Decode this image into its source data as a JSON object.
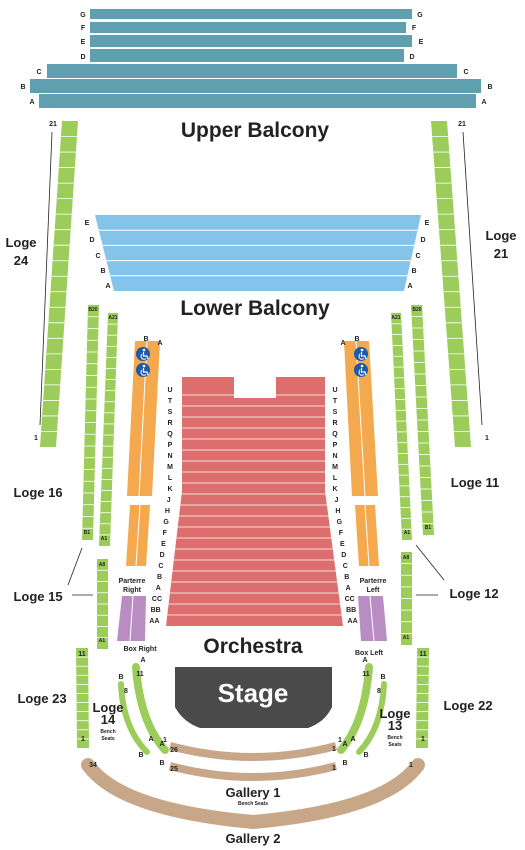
{
  "colors": {
    "balcony": "#5f9fb0",
    "lower_balcony": "#84c4ea",
    "loge": "#9ccc5a",
    "parterre": "#f4a94e",
    "orchestra": "#dc6e6e",
    "box": "#b98cc4",
    "stage": "#4a4a4a",
    "gallery": "#c8a788",
    "accessible": "#1e5aa8"
  },
  "icons": [
    "wheelchair-icon"
  ],
  "labels": {
    "upper_balcony": "Upper Balcony",
    "lower_balcony": "Lower Balcony",
    "orchestra": "Orchestra",
    "stage": "Stage",
    "loge24_line1": "Loge",
    "loge24_line2": "24",
    "loge21_line1": "Loge",
    "loge21_line2": "21",
    "loge16": "Loge 16",
    "loge11": "Loge 11",
    "loge15": "Loge 15",
    "loge12": "Loge 12",
    "loge23": "Loge 23",
    "loge22": "Loge 22",
    "loge14": "Loge",
    "loge14_num": "14",
    "loge13": "Loge",
    "loge13_num": "13",
    "bench": "Bench",
    "seats": "Seats",
    "parterre": "Parterre",
    "right": "Right",
    "left": "Left",
    "box_right": "Box Right",
    "box_left": "Box Left",
    "gallery1": "Gallery 1",
    "gallery1_sub": "Bench Seats",
    "gallery2": "Gallery 2"
  },
  "upper_balcony_rows": [
    "G",
    "F",
    "E",
    "D",
    "C",
    "B",
    "A"
  ],
  "lower_balcony_rows": [
    "E",
    "D",
    "C",
    "B",
    "A"
  ],
  "orchestra_rows": [
    "U",
    "T",
    "S",
    "R",
    "Q",
    "P",
    "N",
    "M",
    "L",
    "K",
    "J",
    "H",
    "G",
    "F",
    "E",
    "D",
    "C",
    "B",
    "A",
    "CC",
    "BB",
    "AA"
  ],
  "seat_numbers": {
    "loge24_top": "21",
    "loge24_bottom": "1",
    "loge21_top": "21",
    "loge21_bottom": "1",
    "b20": "B20",
    "a21": "A21",
    "b1": "B1",
    "a1": "A1",
    "a8": "A8",
    "n11": "11",
    "n8": "8",
    "n1": "1",
    "n26": "26",
    "n25": "25",
    "n34": "34",
    "row_a": "A",
    "row_b": "B"
  }
}
